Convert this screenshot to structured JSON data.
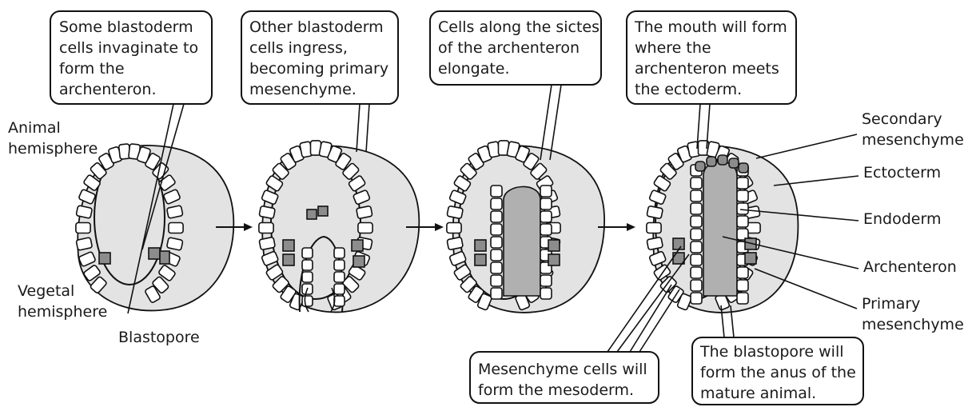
{
  "callouts": {
    "c1": [
      "Some blastoderm",
      "cells invaginate to",
      "form the",
      "archenteron."
    ],
    "c2": [
      "Other blastoderm",
      "cells ingress,",
      "becoming primary",
      "mesenchyme."
    ],
    "c3": [
      "Cells along the sictes",
      "of the archenteron",
      "elongate."
    ],
    "c4": [
      "The mouth will form",
      "where the",
      "archenteron meets",
      "the ectoderm."
    ],
    "c5": [
      "Mesenchyme cells will",
      "form the mesoderm."
    ],
    "c6": [
      "The blastopore will",
      "form the anus of the",
      "mature animal."
    ]
  },
  "labels": {
    "animal": [
      "Animal",
      "hemisphere"
    ],
    "vegetal": [
      "Vegetal",
      "hemisphere"
    ],
    "blastopore": "Blastopore",
    "secondary": [
      "Secondary",
      "mesenchyme"
    ],
    "ectoderm": "Ectocterm",
    "endoderm": "Endoderm",
    "archenteron": "Archenteron",
    "primary": [
      "Primary",
      "mesenchyme"
    ]
  }
}
